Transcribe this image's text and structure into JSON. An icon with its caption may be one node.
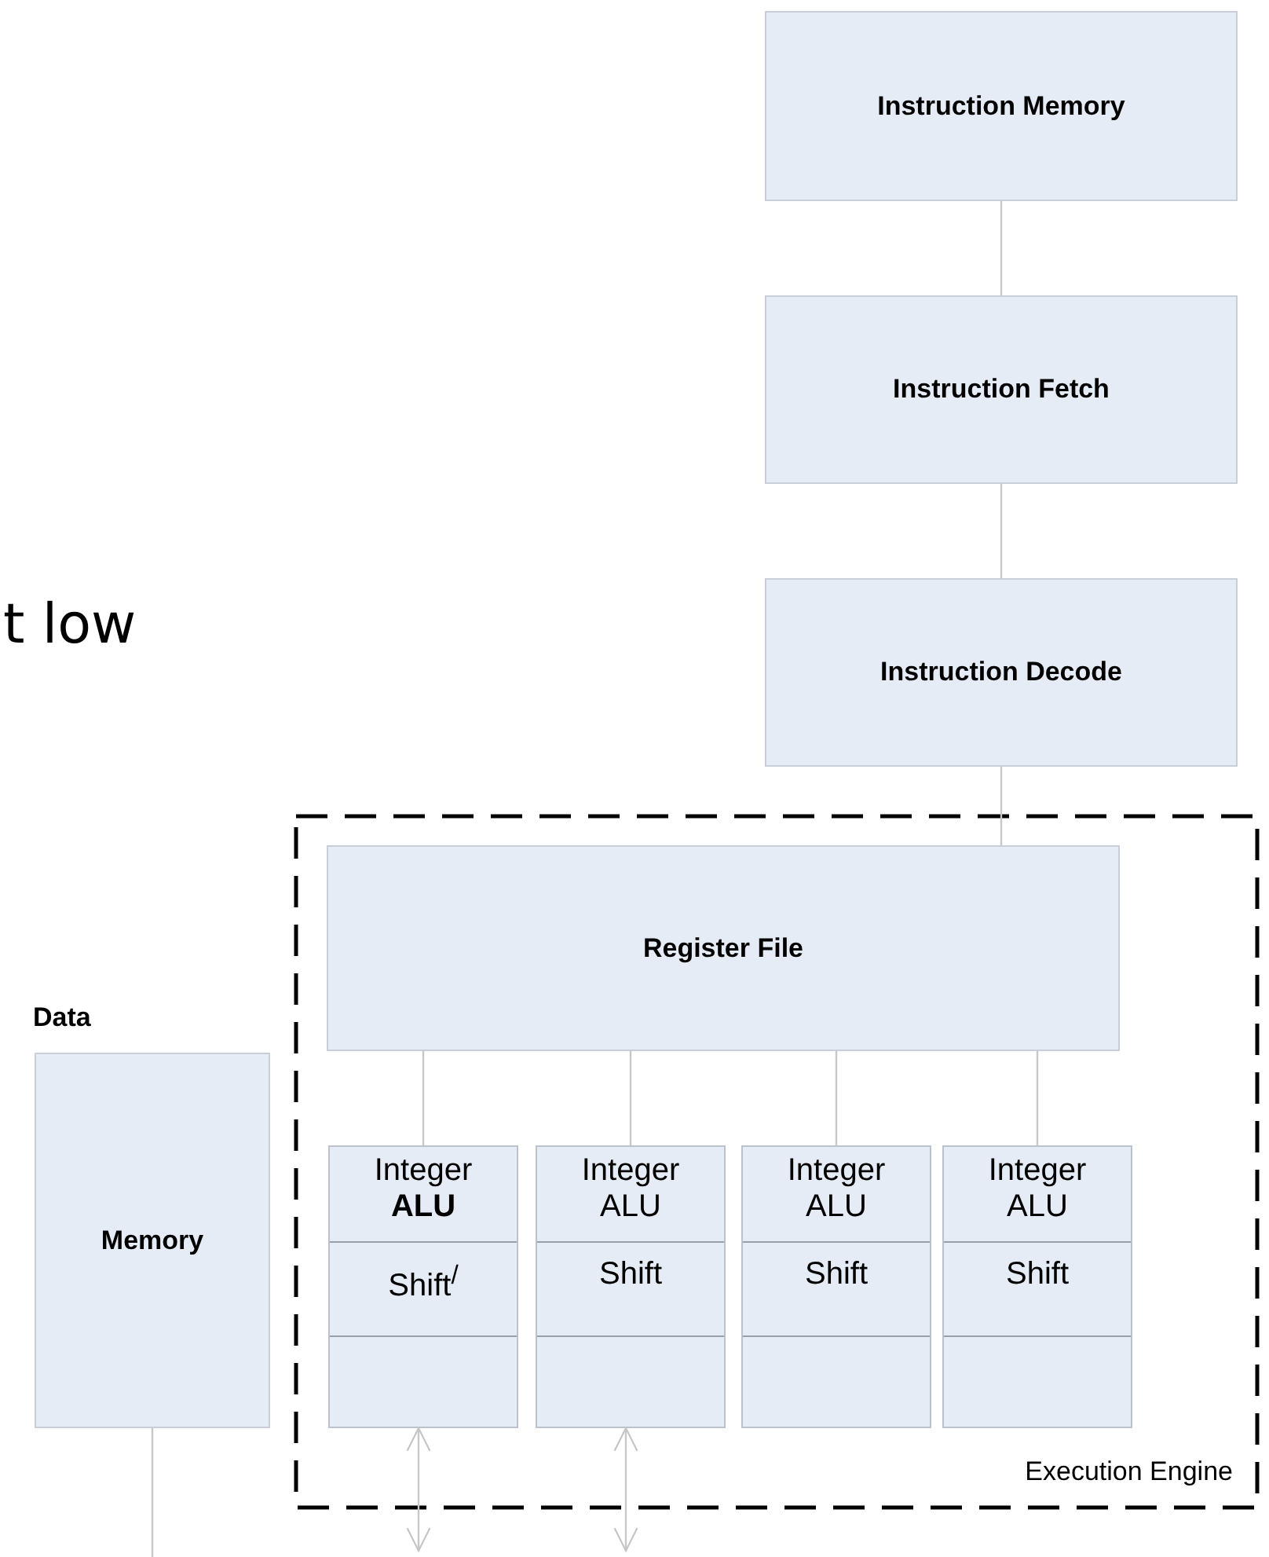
{
  "diagram": {
    "nodes": [
      {
        "text": [
          "Instruction Memory"
        ]
      },
      {
        "text": [
          "Instruction Fetch"
        ]
      },
      {
        "text": [
          "Instruction Decode"
        ]
      },
      {
        "text": [
          "Execution Engine"
        ]
      },
      {
        "text": [
          "Register File"
        ],
        "in": 3
      },
      {
        "text": [
          "Integer **ALU**",
          "Shift$^{/}$"
        ],
        "in": 3
      },
      {
        "text": [
          "Integer ALU",
          "Shift"
        ],
        "in": 3
      },
      {
        "text": [
          "Integer ALU",
          "Shift"
        ],
        "in": 3
      },
      {
        "text": [
          "Integer ALU",
          "Shift"
        ],
        "in": 3
      },
      {
        "text": [
          "Data",
          "Memory"
        ]
      }
    ],
    "edges": [
      {
        "from": 0,
        "to": 1,
        "arrow": "none"
      },
      {
        "from": 1,
        "to": 2,
        "arrow": "none"
      },
      {
        "from": 2,
        "to": 4,
        "arrow": "none"
      },
      {
        "from": 4,
        "to": 5,
        "arrow": "none"
      },
      {
        "from": 4,
        "to": 6,
        "arrow": "none"
      },
      {
        "from": 4,
        "to": 7,
        "arrow": "none"
      },
      {
        "from": 4,
        "to": 8,
        "arrow": "none"
      },
      {
        "from": 5,
        "to": null,
        "arrow": "both"
      },
      {
        "from": 6,
        "to": null,
        "arrow": "both"
      },
      {
        "from": 9,
        "to": null,
        "arrow": "none"
      }
    ],
    "labels": [
      "t low"
    ]
  }
}
